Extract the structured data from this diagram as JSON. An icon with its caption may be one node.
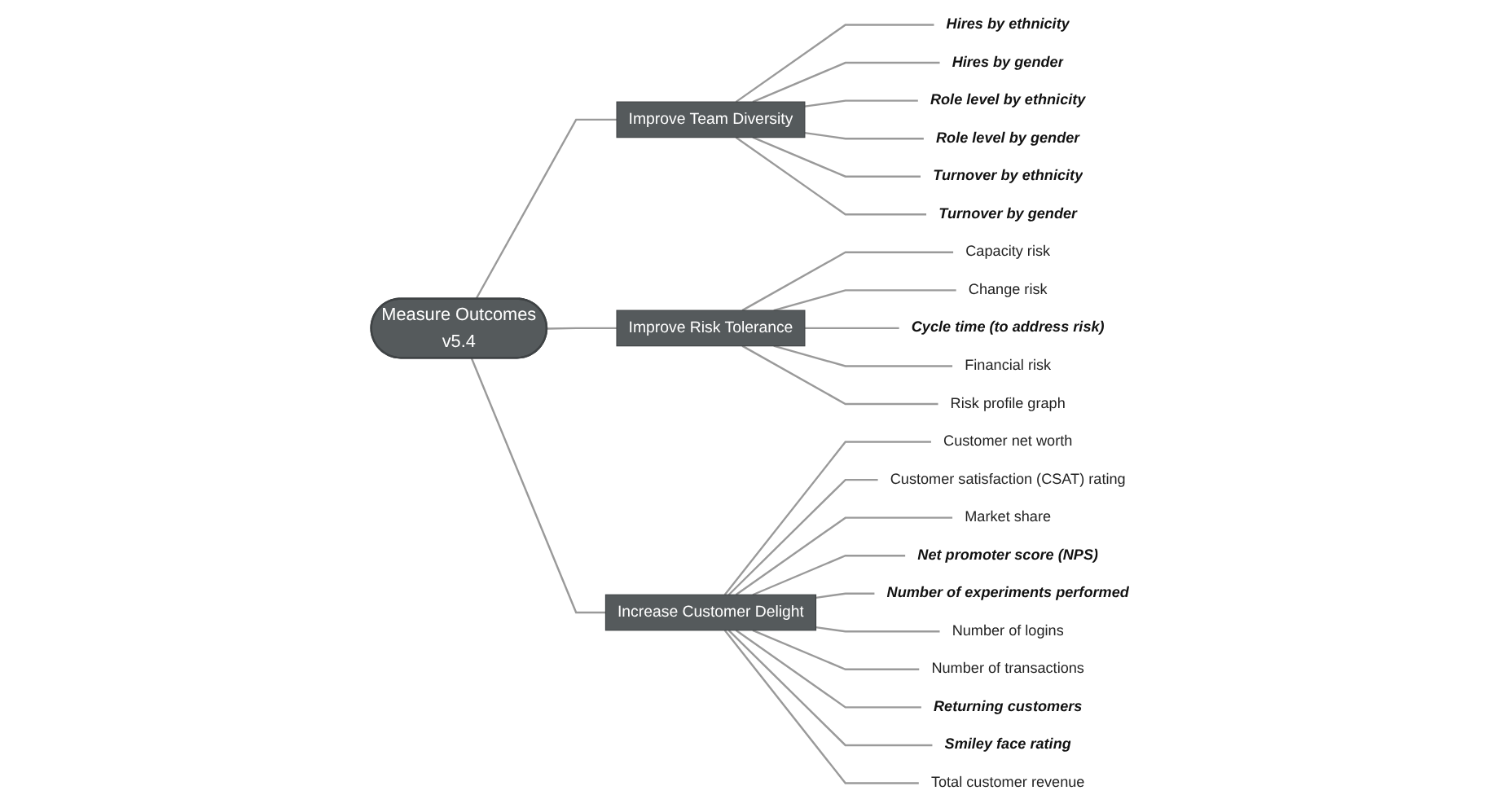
{
  "diagram": {
    "nodes": [
      {
        "text": [
          "Measure Outcomes",
          "v5.4"
        ]
      },
      {
        "text": [
          "Improve Team Diversity"
        ]
      },
      {
        "text": [
          "Hires by ethnicity"
        ]
      },
      {
        "text": [
          "Hires by gender"
        ]
      },
      {
        "text": [
          "Role level by ethnicity"
        ]
      },
      {
        "text": [
          "Role level by gender"
        ]
      },
      {
        "text": [
          "Turnover by ethnicity"
        ]
      },
      {
        "text": [
          "Turnover by gender"
        ]
      },
      {
        "text": [
          "Improve Risk Tolerance"
        ]
      },
      {
        "text": [
          "Capacity risk"
        ]
      },
      {
        "text": [
          "Change risk"
        ]
      },
      {
        "text": [
          "Cycle time (to address risk)"
        ]
      },
      {
        "text": [
          "Financial risk"
        ]
      },
      {
        "text": [
          "Risk profile graph"
        ]
      },
      {
        "text": [
          "Increase Customer Delight"
        ]
      },
      {
        "text": [
          "Customer net worth"
        ]
      },
      {
        "text": [
          "Customer satisfaction (CSAT) rating"
        ]
      },
      {
        "text": [
          "Market share"
        ]
      },
      {
        "text": [
          "Net promoter score (NPS)"
        ]
      },
      {
        "text": [
          "Number of experiments performed"
        ]
      },
      {
        "text": [
          "Number of logins"
        ]
      },
      {
        "text": [
          "Number of transactions"
        ]
      },
      {
        "text": [
          "Returning customers"
        ]
      },
      {
        "text": [
          "Smiley face rating"
        ]
      },
      {
        "text": [
          "Total customer revenue"
        ]
      }
    ],
    "edges": [
      {
        "from": 0,
        "to": 1,
        "arrow": "none"
      },
      {
        "from": 1,
        "to": 2,
        "arrow": "none"
      },
      {
        "from": 1,
        "to": 3,
        "arrow": "none"
      },
      {
        "from": 1,
        "to": 4,
        "arrow": "none"
      },
      {
        "from": 1,
        "to": 5,
        "arrow": "none"
      },
      {
        "from": 1,
        "to": 6,
        "arrow": "none"
      },
      {
        "from": 1,
        "to": 7,
        "arrow": "none"
      },
      {
        "from": 0,
        "to": 8,
        "arrow": "none"
      },
      {
        "from": 8,
        "to": 9,
        "arrow": "none"
      },
      {
        "from": 8,
        "to": 10,
        "arrow": "none"
      },
      {
        "from": 8,
        "to": 11,
        "arrow": "none"
      },
      {
        "from": 8,
        "to": 12,
        "arrow": "none"
      },
      {
        "from": 8,
        "to": 13,
        "arrow": "none"
      },
      {
        "from": 0,
        "to": 14,
        "arrow": "none"
      },
      {
        "from": 14,
        "to": 15,
        "arrow": "none"
      },
      {
        "from": 14,
        "to": 16,
        "arrow": "none"
      },
      {
        "from": 14,
        "to": 17,
        "arrow": "none"
      },
      {
        "from": 14,
        "to": 18,
        "arrow": "none"
      },
      {
        "from": 14,
        "to": 19,
        "arrow": "none"
      },
      {
        "from": 14,
        "to": 20,
        "arrow": "none"
      },
      {
        "from": 14,
        "to": 21,
        "arrow": "none"
      },
      {
        "from": 14,
        "to": 22,
        "arrow": "none"
      },
      {
        "from": 14,
        "to": 23,
        "arrow": "none"
      },
      {
        "from": 14,
        "to": 24,
        "arrow": "none"
      }
    ]
  }
}
